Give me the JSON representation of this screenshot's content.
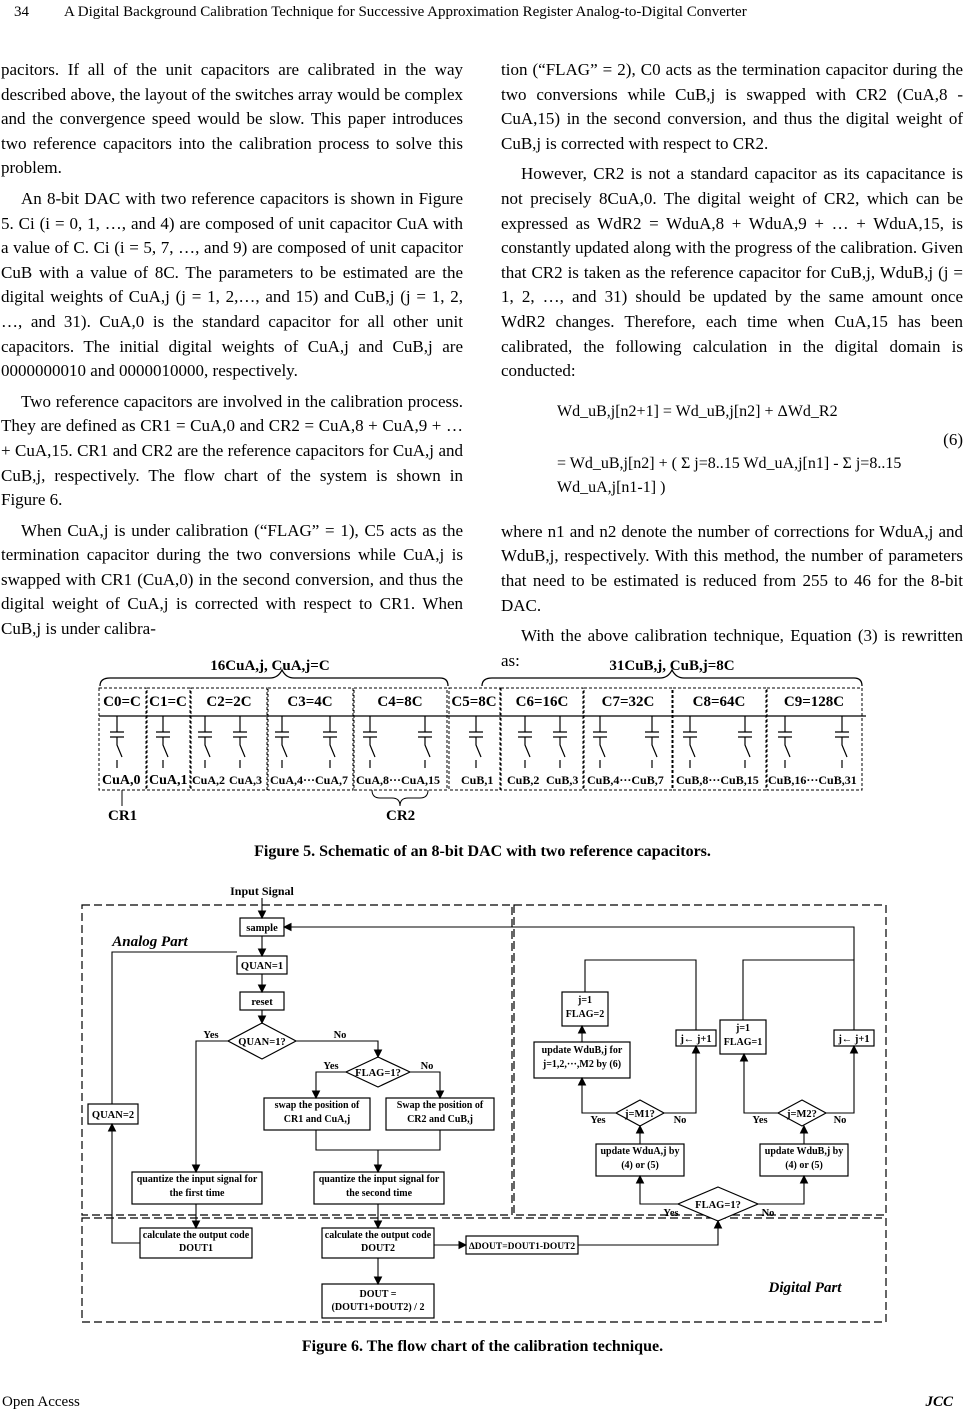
{
  "header": {
    "page_number": "34",
    "running_title": "A Digital Background Calibration Technique for Successive Approximation Register Analog-to-Digital Converter"
  },
  "left_column": {
    "p1": "pacitors. If all of the unit capacitors are calibrated in the way described above, the layout of the switches array would be complex and the convergence speed would be slow. This paper introduces two reference capacitors into the calibration process to solve this problem.",
    "p2": "An 8-bit DAC with two reference capacitors is shown in Figure 5. Ci (i = 0, 1, …, and 4) are composed of unit capacitor CuA with a value of C. Ci (i = 5, 7, …, and 9) are composed of unit capacitor CuB with a value of 8C. The parameters to be estimated are the digital weights of CuA,j (j = 1, 2,…, and 15) and CuB,j (j = 1, 2, …, and 31). CuA,0 is the standard capacitor for all other unit capacitors. The initial digital weights of CuA,j and CuB,j are 0000000010 and 0000010000, respectively.",
    "p3": "Two reference capacitors are involved in the calibration process. They are defined as CR1 = CuA,0 and CR2 = CuA,8 + CuA,9 + …+ CuA,15. CR1 and CR2 are the reference capacitors for CuA,j and CuB,j, respectively. The flow chart of the system is shown in Figure 6.",
    "p4": "When CuA,j is under calibration (“FLAG” = 1), C5 acts as the termination capacitor during the two conversions while CuA,j is swapped with CR1 (CuA,0) in the second conversion, and thus the digital weight of CuA,j is corrected with respect to CR1. When CuB,j is under calibra-"
  },
  "right_column": {
    "p1": "tion (“FLAG” = 2), C0 acts as the termination capacitor during the two conversions while CuB,j is swapped with CR2 (CuA,8 - CuA,15) in the second conversion, and thus the digital weight of CuB,j is corrected with respect to CR2.",
    "p2": "However, CR2 is not a standard capacitor as its capacitance is not precisely 8CuA,0. The digital weight of CR2, which can be expressed as WdR2 = WduA,8 + WduA,9 + … + WduA,15, is constantly updated along with the progress of the calibration. Given that CR2 is taken as the reference capacitor for CuB,j, WduB,j (j = 1, 2, …, and 31) should be updated by the same amount once WdR2 changes. Therefore, each time when CuA,15 has been calibrated, the following calculation in the digital domain is conducted:",
    "eq_line1": "Wd_uB,j[n2+1] = Wd_uB,j[n2] + ΔWd_R2",
    "eq_line2": "= Wd_uB,j[n2] + ( Σ j=8..15 Wd_uA,j[n1] - Σ j=8..15 Wd_uA,j[n1-1] )",
    "eq_number": "(6)",
    "p3": "where n1 and n2 denote the number of corrections for WduA,j and WduB,j, respectively. With this method, the number of parameters that need to be estimated is reduced from 255 to 46 for the 8-bit DAC.",
    "p4": "With the above calibration technique, Equation (3) is rewritten as:"
  },
  "figure5": {
    "caption": "Figure 5. Schematic of an 8-bit DAC with two reference capacitors.",
    "brace_left": "16CuA,j, CuA,j=C",
    "brace_right": "31CuB,j, CuB,j=8C",
    "groups": [
      "C0=C",
      "C1=C",
      "C2=2C",
      "C3=4C",
      "C4=8C",
      "C5=8C",
      "C6=16C",
      "C7=32C",
      "C8=64C",
      "C9=128C"
    ],
    "bottom_labels": [
      "CuA,0",
      "CuA,1",
      "CuA,2",
      "CuA,3",
      "CuA,4···CuA,7",
      "CuA,8···CuA,15",
      "CuB,1",
      "CuB,2",
      "CuB,3",
      "CuB,4···CuB,7",
      "CuB,8···CuB,15",
      "CuB,16···CuB,31"
    ],
    "cr1": "CR1",
    "cr2": "CR2"
  },
  "figure6": {
    "caption": "Figure 6. The flow chart of the calibration technique.",
    "input_signal": "Input Signal",
    "analog_part": "Analog Part",
    "digital_part": "Digital Part",
    "sample": "sample",
    "quan1": "QUAN=1",
    "reset": "reset",
    "quan_q": "QUAN=1?",
    "yes": "Yes",
    "no": "No",
    "flag_q": "FLAG=1?",
    "swap1": "swap the position of CR1 and CuA,j",
    "swap2": "Swap the position of CR2 and CuB,j",
    "quan2": "QUAN=2",
    "quant1": "quantize the input signal for the first time",
    "quant2": "quantize the input signal for the second time",
    "calc1": "calculate the output code DOUT1",
    "calc2": "calculate the output code DOUT2",
    "dout": "DOUT = (DOUT1+DOUT2) / 2",
    "delta": "ΔDOUT=DOUT1-DOUT2",
    "flag_q2": "FLAG=1?",
    "upd_a": "update WduA,j by (4) or (5)",
    "upd_b": "update WduB,j by (4) or (5)",
    "jm1": "j=M1?",
    "jm2": "j=M2?",
    "j1flag2": "j=1 FLAG=2",
    "j1flag1": "j=1 FLAG=1",
    "jinc": "j← j+1",
    "upd6": "update WduB,j for j=1,2,···,M2 by (6)"
  },
  "footer": {
    "left": "Open Access",
    "right": "JCC"
  }
}
